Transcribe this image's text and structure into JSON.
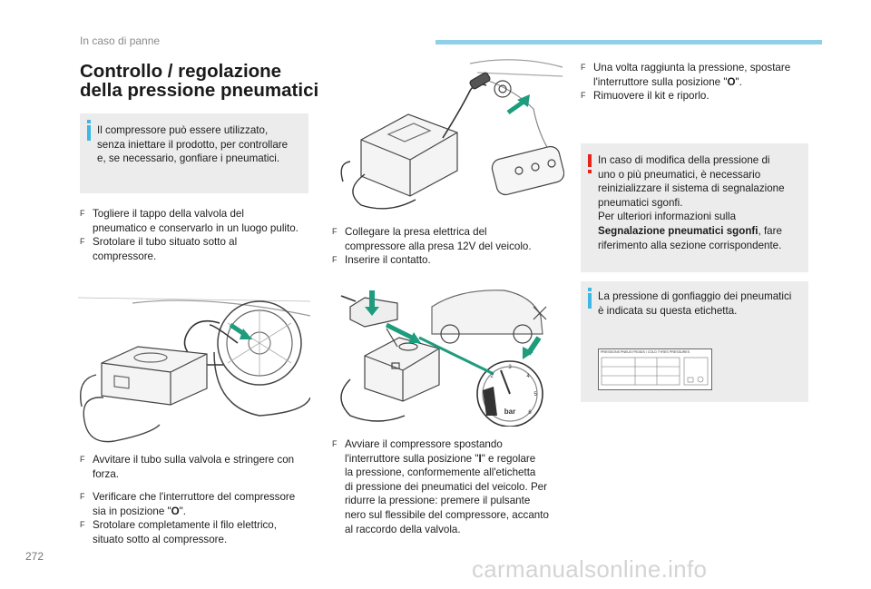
{
  "header": {
    "section": "In caso di panne"
  },
  "title": {
    "line1": "Controllo / regolazione",
    "line2": "della pressione pneumatici"
  },
  "info_box_1": {
    "lines": [
      "Il compressore può essere utilizzato,",
      "senza iniettare il prodotto, per controllare",
      "e, se necessario, gonfiare i pneumatici."
    ]
  },
  "steps_a": [
    {
      "lines": [
        "Togliere il tappo della valvola del",
        "pneumatico e conservarlo in un luogo pulito."
      ]
    },
    {
      "lines": [
        "Srotolare il tubo situato sotto al",
        "compressore."
      ]
    }
  ],
  "steps_b": [
    {
      "lines": [
        "Avvitare il tubo sulla valvola e stringere con",
        "forza."
      ]
    }
  ],
  "steps_c": [
    {
      "lines": [
        "Verificare che l'interruttore del compressore",
        "sia in posizione \"",
        "O",
        "\"."
      ]
    },
    {
      "lines": [
        "Srotolare completamente il filo elettrico,",
        "situato sotto al compressore."
      ]
    }
  ],
  "steps_d": [
    {
      "lines": [
        "Collegare la presa elettrica del",
        "compressore alla presa 12V del veicolo."
      ]
    },
    {
      "lines": [
        "Inserire il contatto."
      ]
    }
  ],
  "steps_e": {
    "line1": "Avviare il compressore spostando",
    "line2_pre": "l'interruttore sulla posizione \"",
    "line2_bold": "I",
    "line2_post": "\" e regolare",
    "rest": [
      "la pressione, conformemente all'etichetta",
      "di pressione dei pneumatici del veicolo. Per",
      "ridurre la pressione: premere il pulsante",
      "nero sul flessibile del compressore, accanto",
      "al raccordo della valvola."
    ]
  },
  "steps_f": {
    "s1_line1": "Una volta raggiunta la pressione, spostare",
    "s1_line2_pre": "l'interruttore sulla posizione \"",
    "s1_line2_bold": "O",
    "s1_line2_post": "\".",
    "s2": "Rimuovere il kit e riporlo."
  },
  "warning_box": {
    "lines": [
      "In caso di modifica della pressione di",
      "uno o più pneumatici, è necessario",
      "reinizializzare il sistema di segnalazione",
      "pneumatici sgonfi.",
      "Per ulteriori informazioni sulla"
    ],
    "bold": "Segnalazione pneumatici sgonfi",
    "after_bold": ", fare",
    "last": "riferimento alla sezione corrispondente."
  },
  "info_box_2": {
    "lines": [
      "La pressione di gonfiaggio dei pneumatici",
      "è indicata su questa etichetta."
    ]
  },
  "label_image": {
    "header": "PRESSIONS PNEUS FROIDS / COLD TYRES PRESSURES"
  },
  "gauge": {
    "unit": "bar",
    "ticks": [
      "1",
      "2",
      "3",
      "4",
      "5",
      "6"
    ]
  },
  "bullet_glyph": "F",
  "page_number": "272",
  "watermark": "carmanualsonline.info",
  "colors": {
    "info_accent": "#3db7e4",
    "warning_accent": "#e3251b",
    "box_bg": "#ececec",
    "header_bar": "#8fd0e8"
  }
}
